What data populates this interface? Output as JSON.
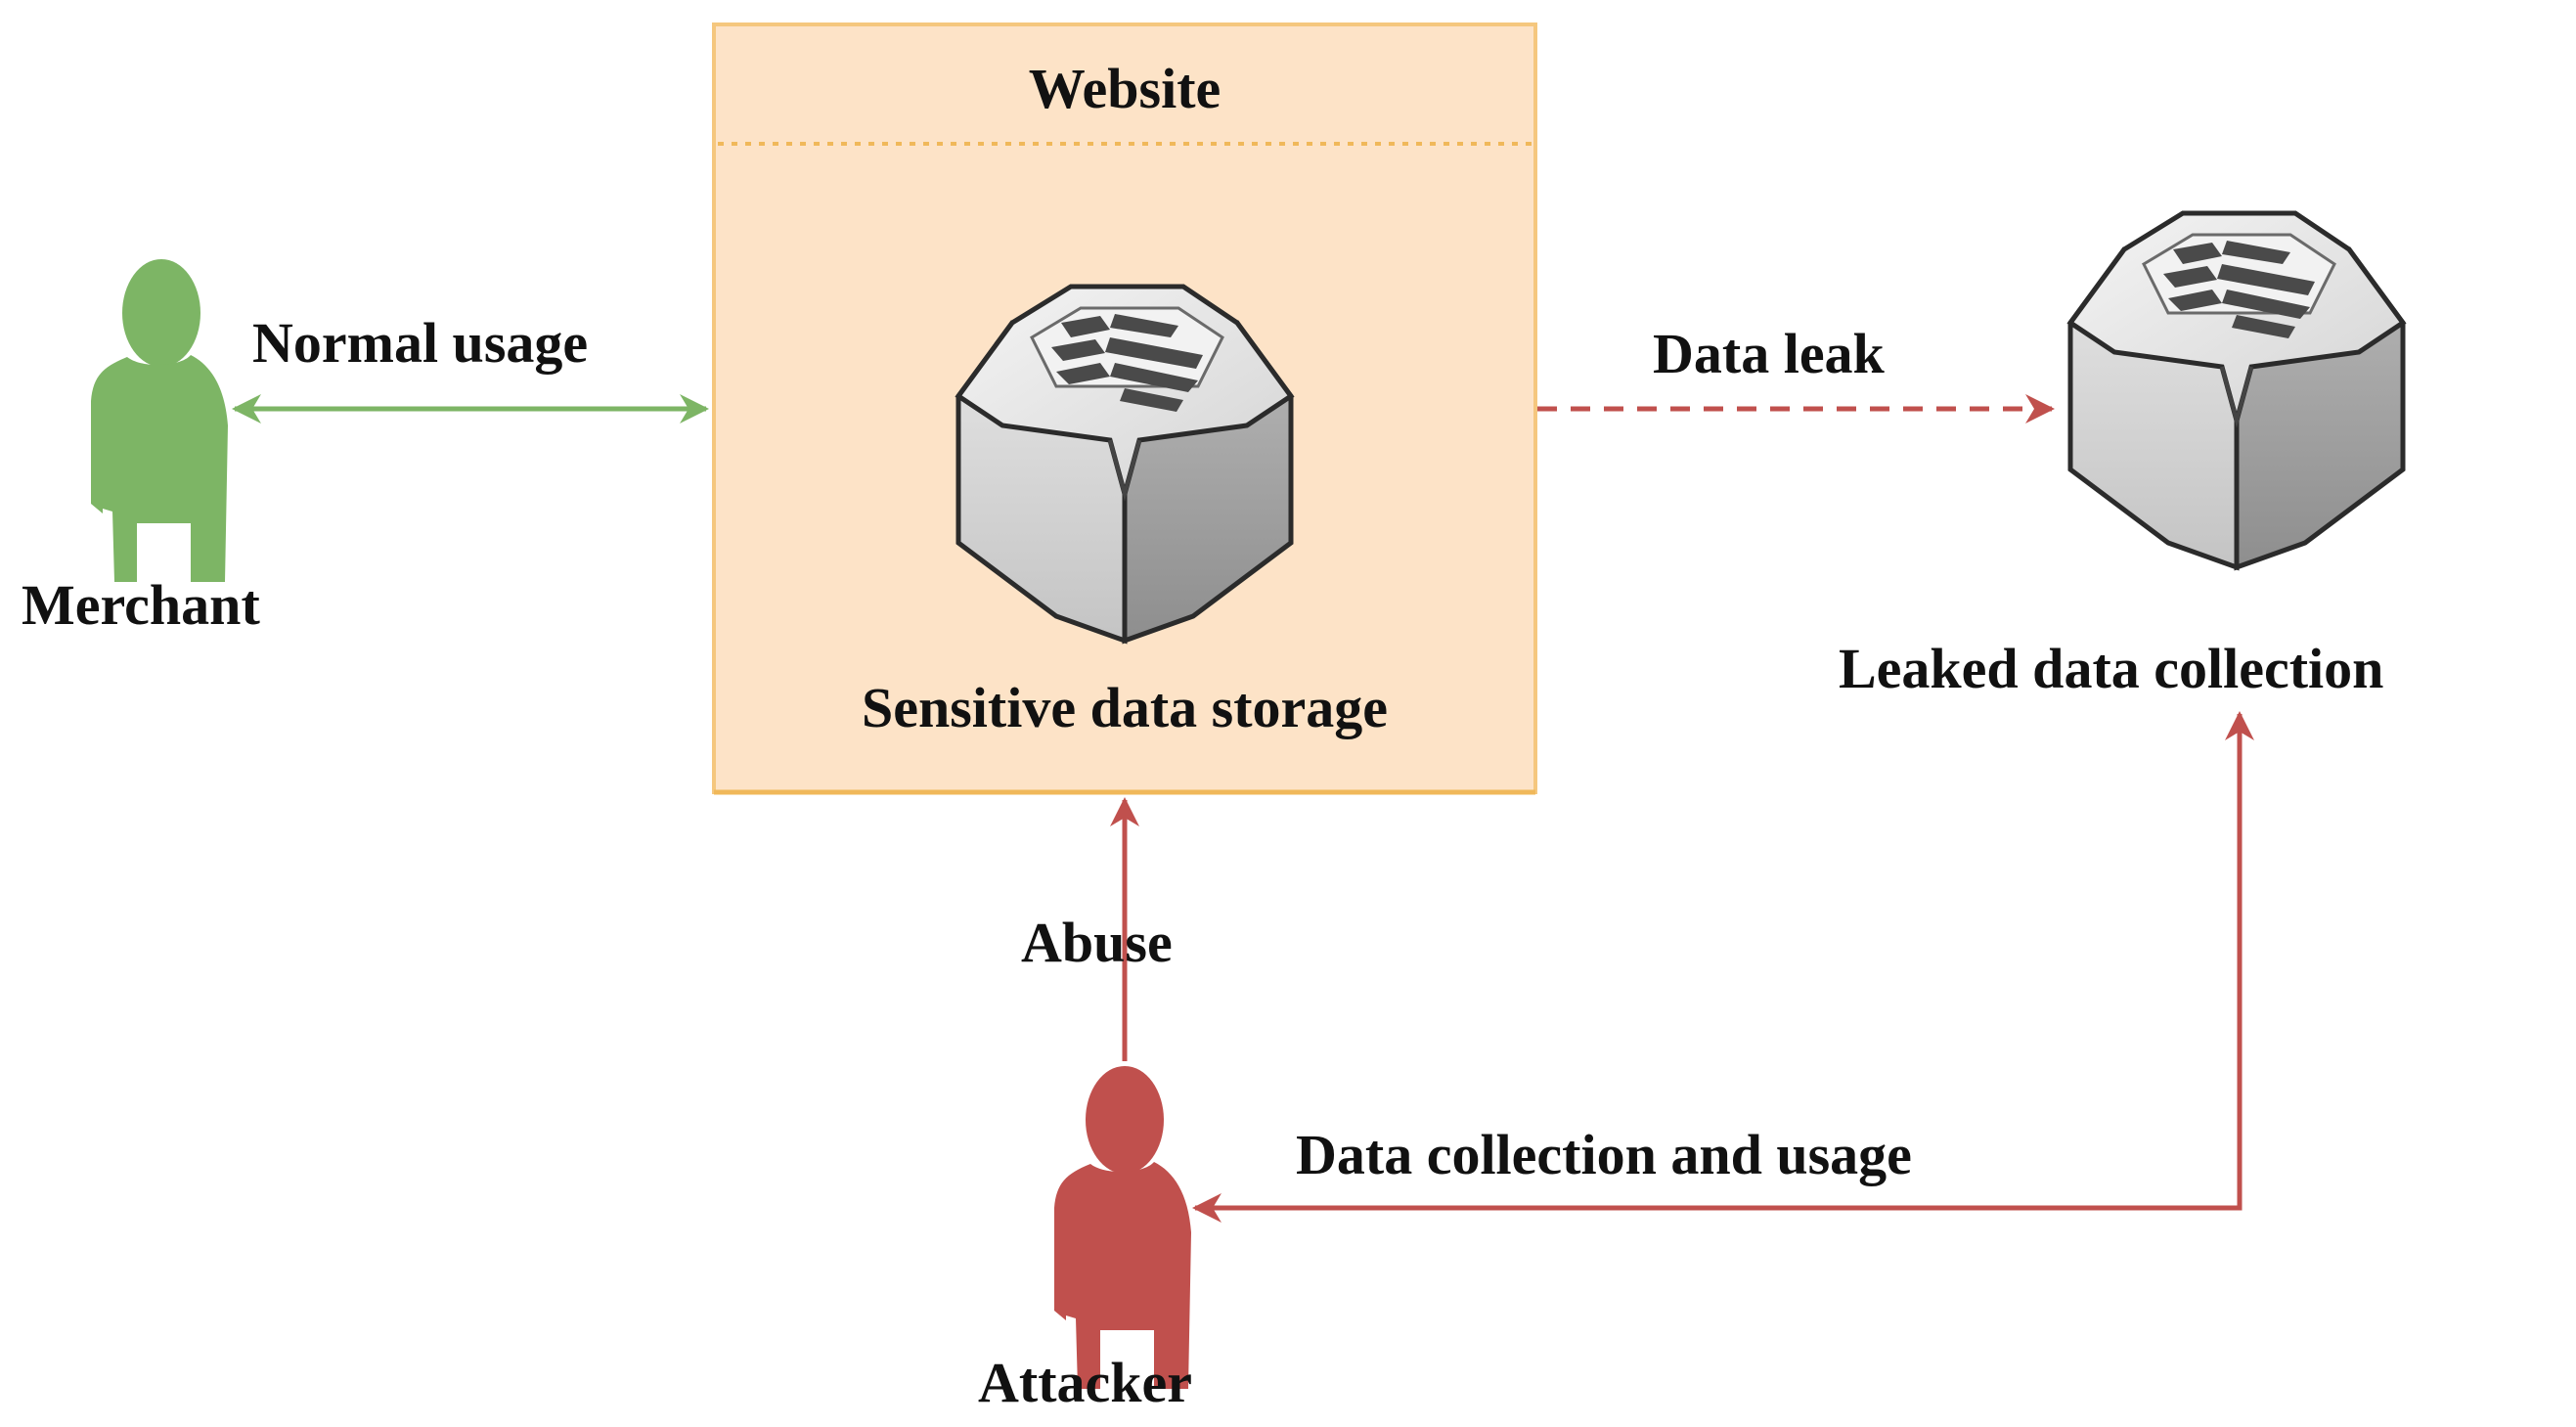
{
  "website": {
    "title": "Website",
    "storage_label": "Sensitive data storage"
  },
  "actors": {
    "merchant": {
      "label": "Merchant",
      "icon": "user-icon",
      "color": "#7db565"
    },
    "attacker": {
      "label": "Attacker",
      "icon": "user-icon",
      "color": "#c0504d"
    }
  },
  "leaked": {
    "label": "Leaked data collection",
    "icon": "database-icon"
  },
  "edges": {
    "normal_usage": "Normal usage",
    "data_leak": "Data leak",
    "abuse": "Abuse",
    "collection_usage": "Data collection and usage"
  },
  "colors": {
    "website_fill": "#fde3c7",
    "website_border": "#f5c77e",
    "green": "#7db565",
    "red": "#c0504d"
  }
}
